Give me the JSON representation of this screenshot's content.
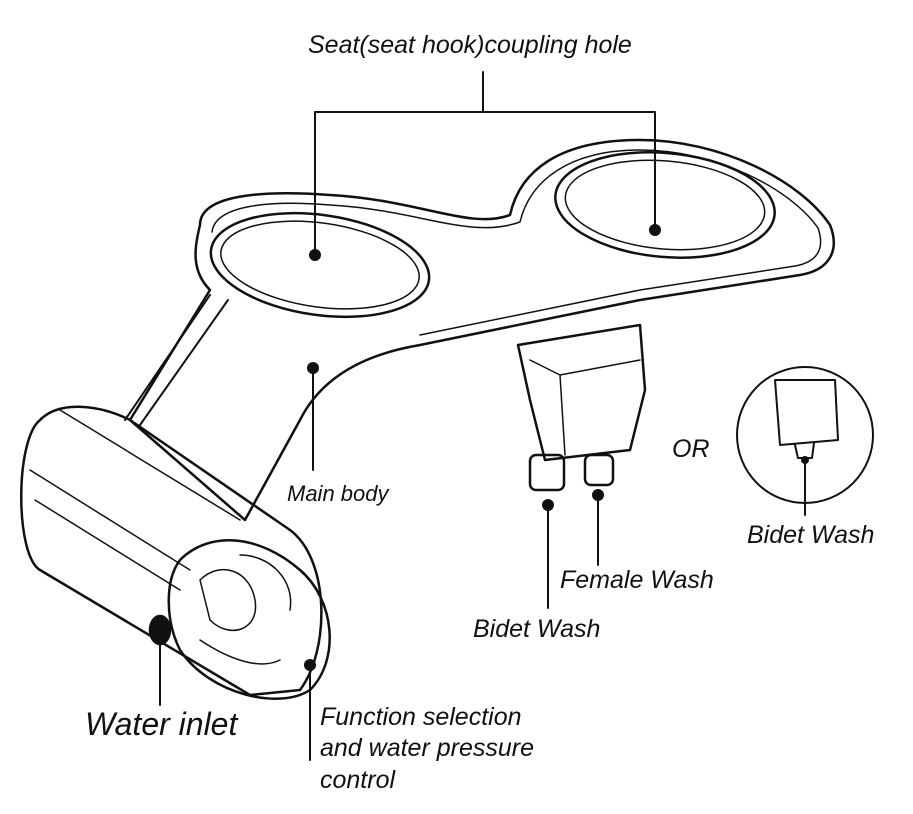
{
  "labels": {
    "seat_coupling_hole": "Seat(seat hook)coupling hole",
    "main_body": "Main body",
    "or": "OR",
    "bidet_wash_inset": "Bidet Wash",
    "female_wash": "Female Wash",
    "bidet_wash": "Bidet Wash",
    "water_inlet": "Water inlet",
    "function_line1": "Function selection",
    "function_line2": "and water pressure",
    "function_line3": "control"
  },
  "colors": {
    "line": "#111111",
    "background": "#ffffff"
  }
}
